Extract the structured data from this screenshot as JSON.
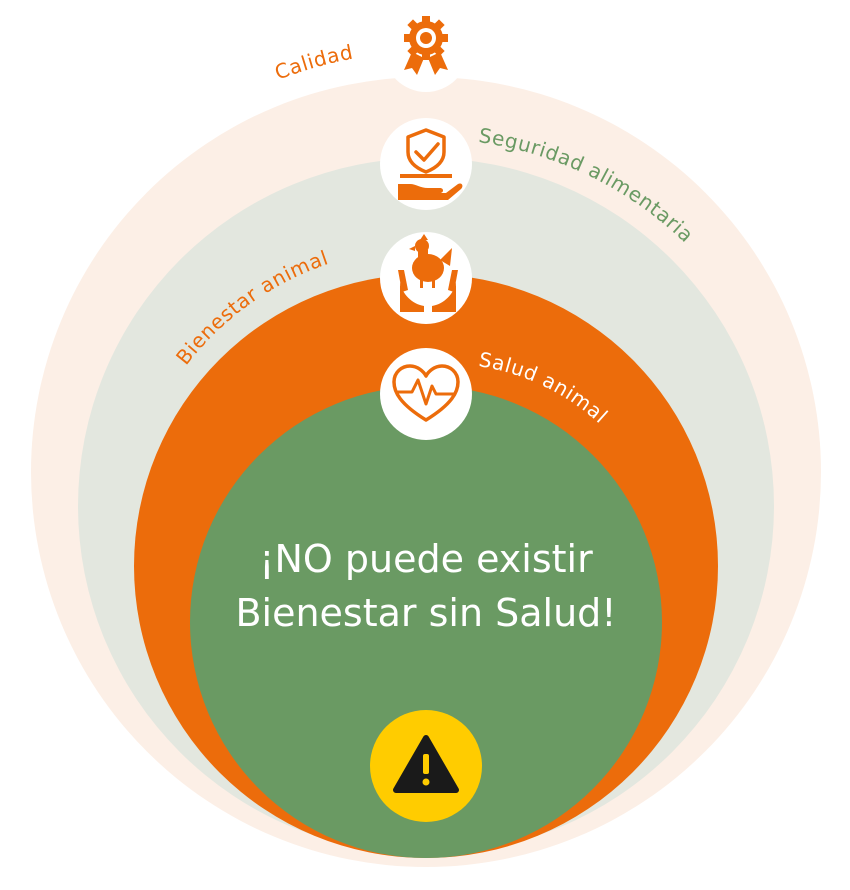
{
  "rings": {
    "calidad": {
      "label": "Calidad",
      "icon": "award-ribbon-icon"
    },
    "seguridad": {
      "label": "Seguridad alimentaria",
      "icon": "shield-check-hand-icon"
    },
    "bienestar": {
      "label": "Bienestar animal",
      "icon": "hen-in-hands-icon"
    },
    "salud": {
      "label": "Salud animal",
      "icon": "heart-pulse-icon"
    }
  },
  "center": {
    "line1": "¡NO puede existir",
    "line2": "Bienestar sin Salud!",
    "icon": "warning-triangle-icon"
  },
  "colors": {
    "orange": "#ec6c0b",
    "orange_pale": "#fcefe6",
    "green_pale": "#e3e7df",
    "green": "#6a9a63",
    "green_text": "#6a9a63",
    "warning_yellow": "#ffcc00"
  }
}
